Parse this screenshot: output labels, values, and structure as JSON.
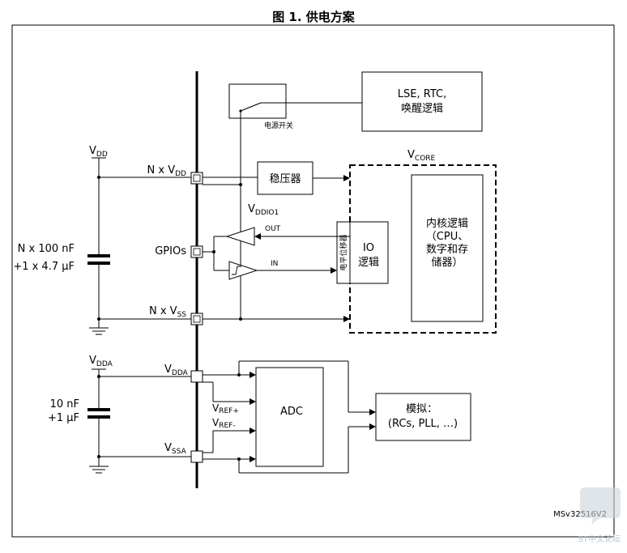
{
  "figure": {
    "title": "图 1. 供电方案",
    "ref_code": "MSv32516V2",
    "watermark": "ST中文论坛"
  },
  "blocks": {
    "lse": {
      "line1": "LSE, RTC,",
      "line2": "唤醒逻辑"
    },
    "power_switch": "电源开关",
    "regulator": "稳压器",
    "core_logic": {
      "line1": "内核逻辑",
      "line2": "（CPU、",
      "line3": "数字和存",
      "line4": "储器）"
    },
    "io_logic": {
      "line1": "IO",
      "line2": "逻辑"
    },
    "level_shifter": "电平位移器",
    "adc": "ADC",
    "analog": {
      "line1": "模拟：",
      "line2": "(RCs, PLL, …)"
    }
  },
  "labels": {
    "vdd_rail": {
      "main": "V",
      "sub": "DD"
    },
    "vcore": {
      "main": "V",
      "sub": "CORE"
    },
    "vddio1": {
      "main": "V",
      "sub": "DDIO1"
    },
    "n_vdd": {
      "main": "N x V",
      "sub": "DD"
    },
    "gpios": "GPIOs",
    "n_vss": {
      "main": "N x V",
      "sub": "SS"
    },
    "out": "OUT",
    "in": "IN",
    "cap1_line1": "N x 100 nF",
    "cap1_line2": "+1 x 4.7 μF",
    "vdda_rail": {
      "main": "V",
      "sub": "DDA"
    },
    "vdda_pin": {
      "main": "V",
      "sub": "DDA"
    },
    "vref_plus": {
      "main": "V",
      "sub": "REF+"
    },
    "vref_minus": {
      "main": "V",
      "sub": "REF-"
    },
    "vssa_pin": {
      "main": "V",
      "sub": "SSA"
    },
    "cap2_line1": "10 nF",
    "cap2_line2": "+1 μF"
  }
}
